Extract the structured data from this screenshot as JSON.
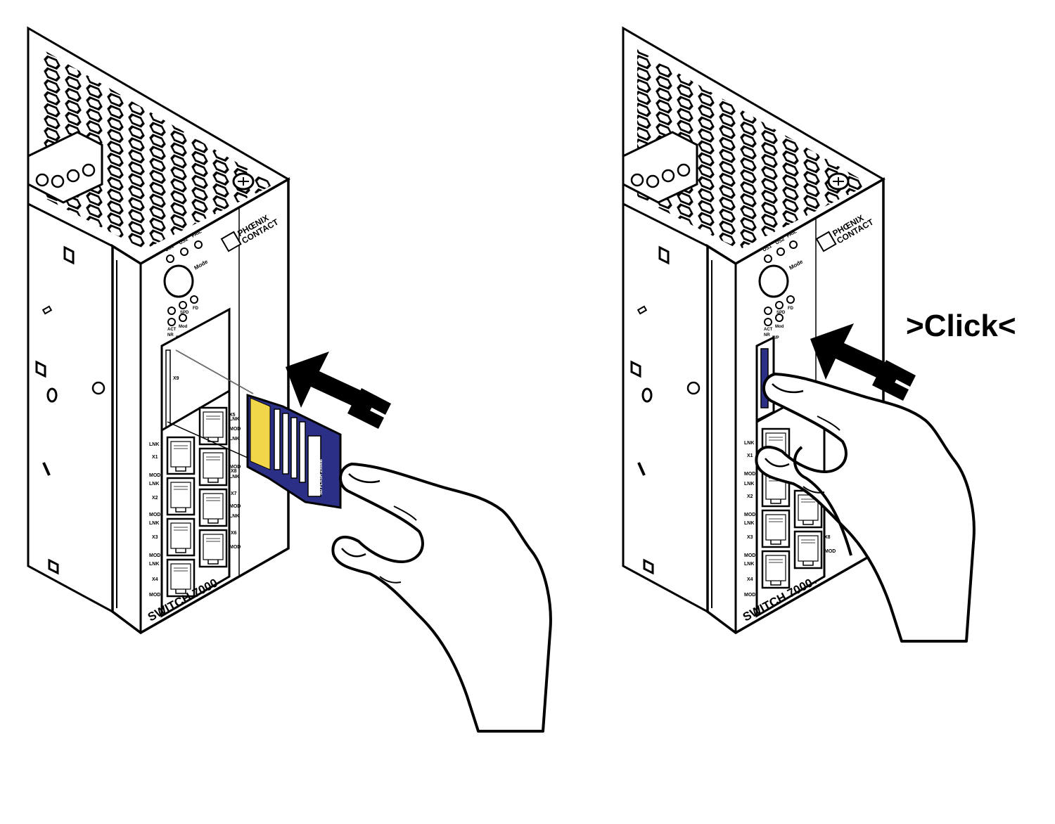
{
  "figure": {
    "click_caption": ">Click<",
    "colors": {
      "line": "#000000",
      "paper": "#ffffff",
      "card_blue": "#2b2f86",
      "card_contacts": "#f2d64a",
      "card_label_white": "#ffffff"
    }
  },
  "device": {
    "model_label": "SWITCH 7000",
    "brand_line1": "PHŒNIX",
    "brand_line2": "CONTACT",
    "top_leds": [
      "US1",
      "US2",
      "FAIL"
    ],
    "mode_button_label": "Mode",
    "port_leds_upper": [
      "SPD",
      "FD"
    ],
    "port_leds_lower": [
      "ACT",
      "Mod"
    ],
    "port_led_small": [
      "NR",
      "E/P"
    ],
    "sd_slot_label": "X9",
    "left_ports": [
      {
        "top": "LNK",
        "name": "X1",
        "bottom": "MOD"
      },
      {
        "top": "LNK",
        "name": "X2",
        "bottom": "MOD"
      },
      {
        "top": "LNK",
        "name": "X3",
        "bottom": "MOD"
      },
      {
        "top": "LNK",
        "name": "X4",
        "bottom": "MOD"
      }
    ],
    "right_ports": [
      {
        "top": "LNK",
        "name": "X5",
        "bottom": "MOD"
      },
      {
        "top": "LNK",
        "name": "X6",
        "bottom": "MOD"
      },
      {
        "top": "LNK",
        "name": "X7",
        "bottom": "MOD"
      },
      {
        "top": "LNK",
        "name": "X8",
        "bottom": "MOD"
      }
    ]
  },
  "sd_card": {
    "line1": "Order No. 29 88 120 256MB",
    "line2": "SD FLASH 256MB"
  },
  "icons": [
    "insert-arrow-icon",
    "hand-icon",
    "screw-icon",
    "sd-card-icon"
  ]
}
